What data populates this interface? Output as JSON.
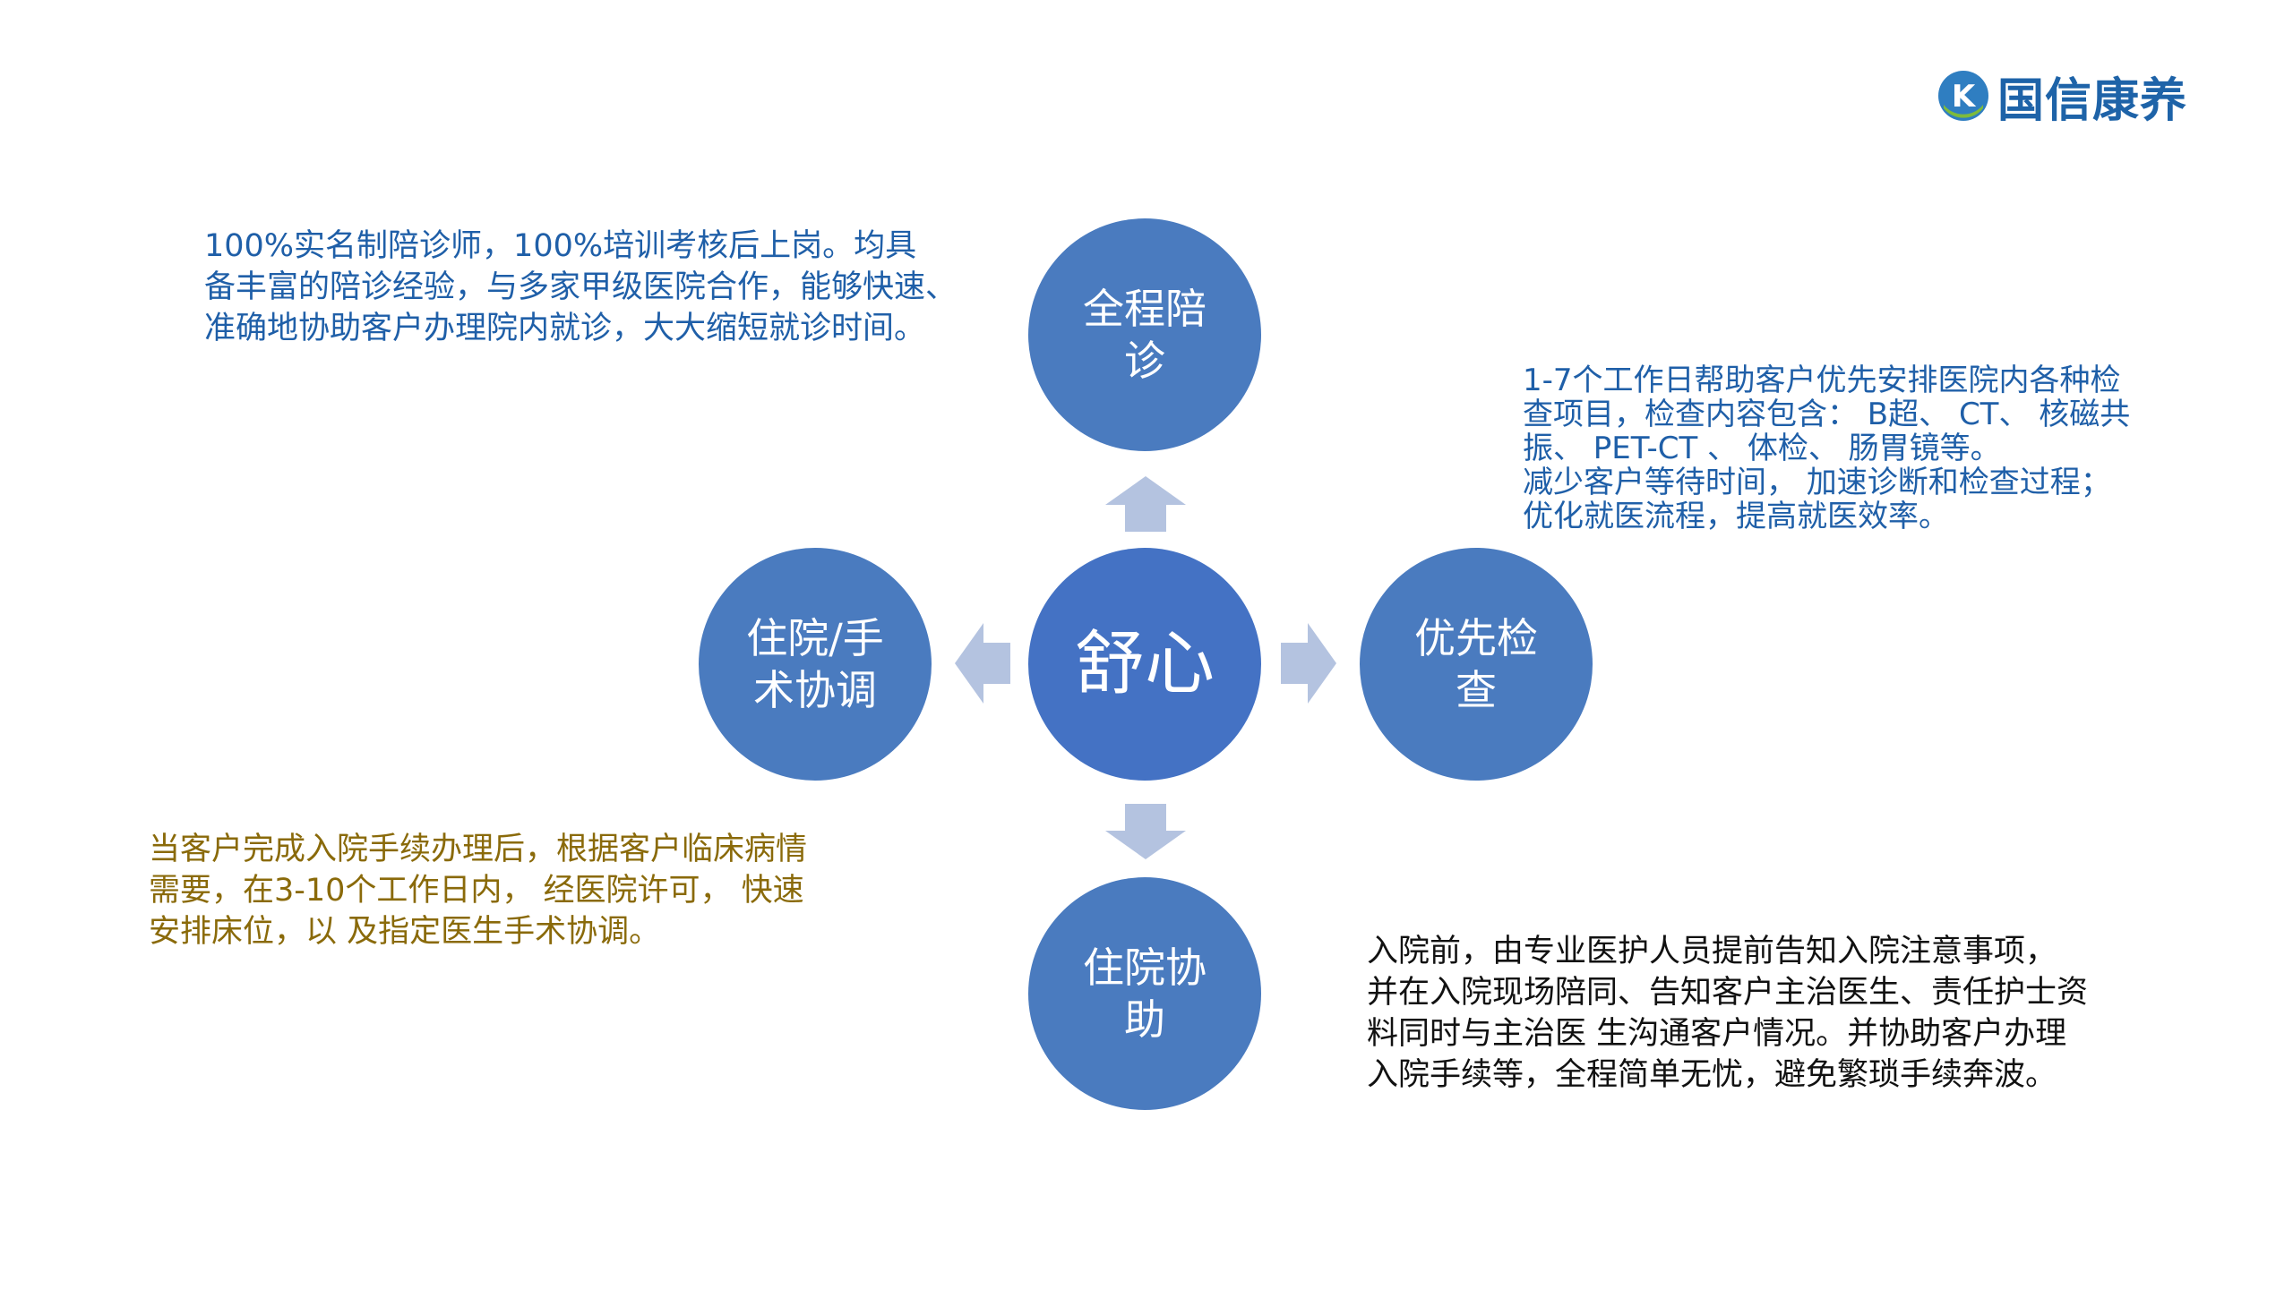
{
  "logo": {
    "text": "国信康养",
    "mark_letter": "K",
    "color": "#1e63a8"
  },
  "center": {
    "label": "舒心"
  },
  "nodes": {
    "top": {
      "label": "全程陪\n诊"
    },
    "right": {
      "label": "优先检\n查"
    },
    "bottom": {
      "label": "住院协\n助"
    },
    "left": {
      "label": "住院/手\n术协调"
    }
  },
  "descriptions": {
    "top": "100%实名制陪诊师，100%培训考核后上岗。均具\n备丰富的陪诊经验，与多家甲级医院合作，能够快速、\n准确地协助客户办理院内就诊，大大缩短就诊时间。",
    "right": "1-7个工作日帮助客户优先安排医院内各种检\n查项目，检查内容包含： B超、 CT、 核磁共\n振、 PET-CT 、 体检、 肠胃镜等。\n减少客户等待时间， 加速诊断和检查过程；\n优化就医流程，提高就医效率。",
    "left": "当客户完成入院手续办理后，根据客户临床病情\n需要，在3-10个工作日内， 经医院许可， 快速\n安排床位，以 及指定医生手术协调。",
    "bottom": "入院前，由专业医护人员提前告知入院注意事项，\n并在入院现场陪同、告知客户主治医生、责任护士资\n料同时与主治医 生沟通客户情况。并协助客户办理\n入院手续等，全程简单无忧，避免繁琐手续奔波。"
  },
  "colors": {
    "circle": "#4a7bbf",
    "center_circle": "#4472c4",
    "arrow": "#b4c3e0",
    "blue_text": "#1f5fa8",
    "gold_text": "#8a6a0a",
    "dark_text": "#111111"
  }
}
